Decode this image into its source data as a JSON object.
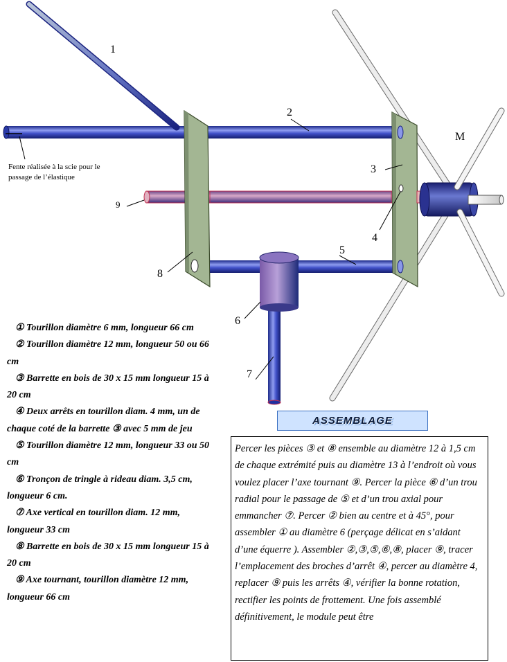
{
  "callouts": {
    "c1": "1",
    "c2": "2",
    "c3": "3",
    "c4": "4",
    "c5": "5",
    "c6": "6",
    "c7": "7",
    "c8": "8",
    "c9": "9",
    "cm": "M"
  },
  "slot_note": "Fente réalisée à la scie pour le passage de l’élastique",
  "parts_list": [
    "① Tourillon diamètre 6 mm, longueur 66 cm",
    "② Tourillon diamètre 12 mm, longueur 50 ou 66 cm",
    "③ Barrette en bois de 30 x 15 mm longueur 15 à 20 cm",
    "④ Deux arrêts en tourillon diam. 4 mm, un de chaque coté de la barrette ③ avec 5 mm de jeu",
    "⑤ Tourillon diamètre 12 mm, longueur 33 ou 50 cm",
    "⑥ Tronçon de tringle à rideau diam. 3,5 cm, longueur 6 cm.",
    "⑦ Axe vertical en tourillon diam. 12 mm, longueur 33 cm",
    "⑧ Barrette en bois de 30 x 15 mm longueur 15 à 20 cm",
    "⑨ Axe tournant, tourillon diamètre 12 mm, longueur 66 cm"
  ],
  "banner": "ASSEMBLAGE",
  "instructions": "Percer les pièces ③ et ⑧ ensemble au diamètre 12 à 1,5 cm de chaque extrémité puis au diamètre 13 à l’endroit où vous voulez placer l’axe tournant ⑨. Percer la pièce ⑥ d’un trou radial pour le passage de ⑤ et d’un trou axial pour emmancher ⑦. Percer ② bien au centre et à 45°, pour assembler ① au diamètre 6 (perçage délicat en s’aidant d’une équerre ). Assembler ②,③,⑤,⑥,⑧, placer ⑨, tracer l’emplacement des broches d’arrêt ④, percer au diamètre 4, replacer ⑨ puis les arrêts ④, vérifier la bonne rotation, rectifier les points de frottement. Une fois assemblé définitivement, le module peut être",
  "colors": {
    "dowel_blue": "#3040b8",
    "board_green": "#9aaf8a",
    "spoke_grey": "#e8e8e8",
    "axle_pink": "#e8b8b8",
    "banner_bg": "#cfe3ff"
  }
}
